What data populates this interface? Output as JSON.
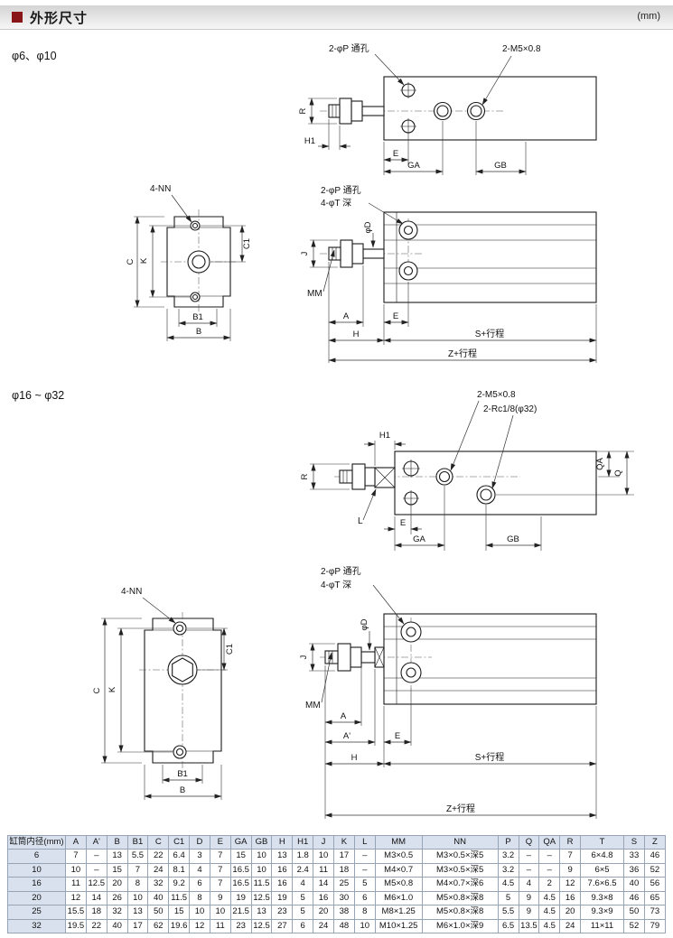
{
  "header": {
    "title": "外形尺寸",
    "unit": "(mm)"
  },
  "sections": {
    "small_bore": "φ6、φ10",
    "large_bore": "φ16 ~ φ32"
  },
  "labels": {
    "p_through_holes": "2-φP 通孔",
    "t_depth": "4-φT 深",
    "m5_ports": "2-M5×0.8",
    "rc_ports": "2-Rc1/8(φ32)",
    "nn_holes": "4-NN",
    "mm_thread": "MM",
    "l_flats": "L",
    "rod_dia": "φD",
    "s_plus_stroke": "S+行程",
    "z_plus_stroke": "Z+行程"
  },
  "dims": {
    "r": "R",
    "h1": "H1",
    "e": "E",
    "ga": "GA",
    "gb": "GB",
    "c": "C",
    "k": "K",
    "c1": "C1",
    "b1": "B1",
    "b": "B",
    "j": "J",
    "a": "A",
    "a_prime": "A'",
    "h": "H",
    "q": "Q",
    "qa": "QA"
  },
  "table": {
    "headers": [
      "缸筒内径(mm)",
      "A",
      "A'",
      "B",
      "B1",
      "C",
      "C1",
      "D",
      "E",
      "GA",
      "GB",
      "H",
      "H1",
      "J",
      "K",
      "L",
      "MM",
      "NN",
      "P",
      "Q",
      "QA",
      "R",
      "T",
      "S",
      "Z"
    ],
    "rows": [
      [
        "6",
        "7",
        "–",
        "13",
        "5.5",
        "22",
        "6.4",
        "3",
        "7",
        "15",
        "10",
        "13",
        "1.8",
        "10",
        "17",
        "–",
        "M3×0.5",
        "M3×0.5×深5",
        "3.2",
        "–",
        "–",
        "7",
        "6×4.8",
        "33",
        "46"
      ],
      [
        "10",
        "10",
        "–",
        "15",
        "7",
        "24",
        "8.1",
        "4",
        "7",
        "16.5",
        "10",
        "16",
        "2.4",
        "11",
        "18",
        "–",
        "M4×0.7",
        "M3×0.5×深5",
        "3.2",
        "–",
        "–",
        "9",
        "6×5",
        "36",
        "52"
      ],
      [
        "16",
        "11",
        "12.5",
        "20",
        "8",
        "32",
        "9.2",
        "6",
        "7",
        "16.5",
        "11.5",
        "16",
        "4",
        "14",
        "25",
        "5",
        "M5×0.8",
        "M4×0.7×深6",
        "4.5",
        "4",
        "2",
        "12",
        "7.6×6.5",
        "40",
        "56"
      ],
      [
        "20",
        "12",
        "14",
        "26",
        "10",
        "40",
        "11.5",
        "8",
        "9",
        "19",
        "12.5",
        "19",
        "5",
        "16",
        "30",
        "6",
        "M6×1.0",
        "M5×0.8×深8",
        "5",
        "9",
        "4.5",
        "16",
        "9.3×8",
        "46",
        "65"
      ],
      [
        "25",
        "15.5",
        "18",
        "32",
        "13",
        "50",
        "15",
        "10",
        "10",
        "21.5",
        "13",
        "23",
        "5",
        "20",
        "38",
        "8",
        "M8×1.25",
        "M5×0.8×深8",
        "5.5",
        "9",
        "4.5",
        "20",
        "9.3×9",
        "50",
        "73"
      ],
      [
        "32",
        "19.5",
        "22",
        "40",
        "17",
        "62",
        "19.6",
        "12",
        "11",
        "23",
        "12.5",
        "27",
        "6",
        "24",
        "48",
        "10",
        "M10×1.25",
        "M6×1.0×深9",
        "6.5",
        "13.5",
        "4.5",
        "24",
        "11×11",
        "52",
        "79"
      ]
    ]
  },
  "colors": {
    "accent": "#8a1518",
    "table_header_bg": "#d9e1ee",
    "table_border": "#97a4b6",
    "line": "#1a1a1a"
  }
}
